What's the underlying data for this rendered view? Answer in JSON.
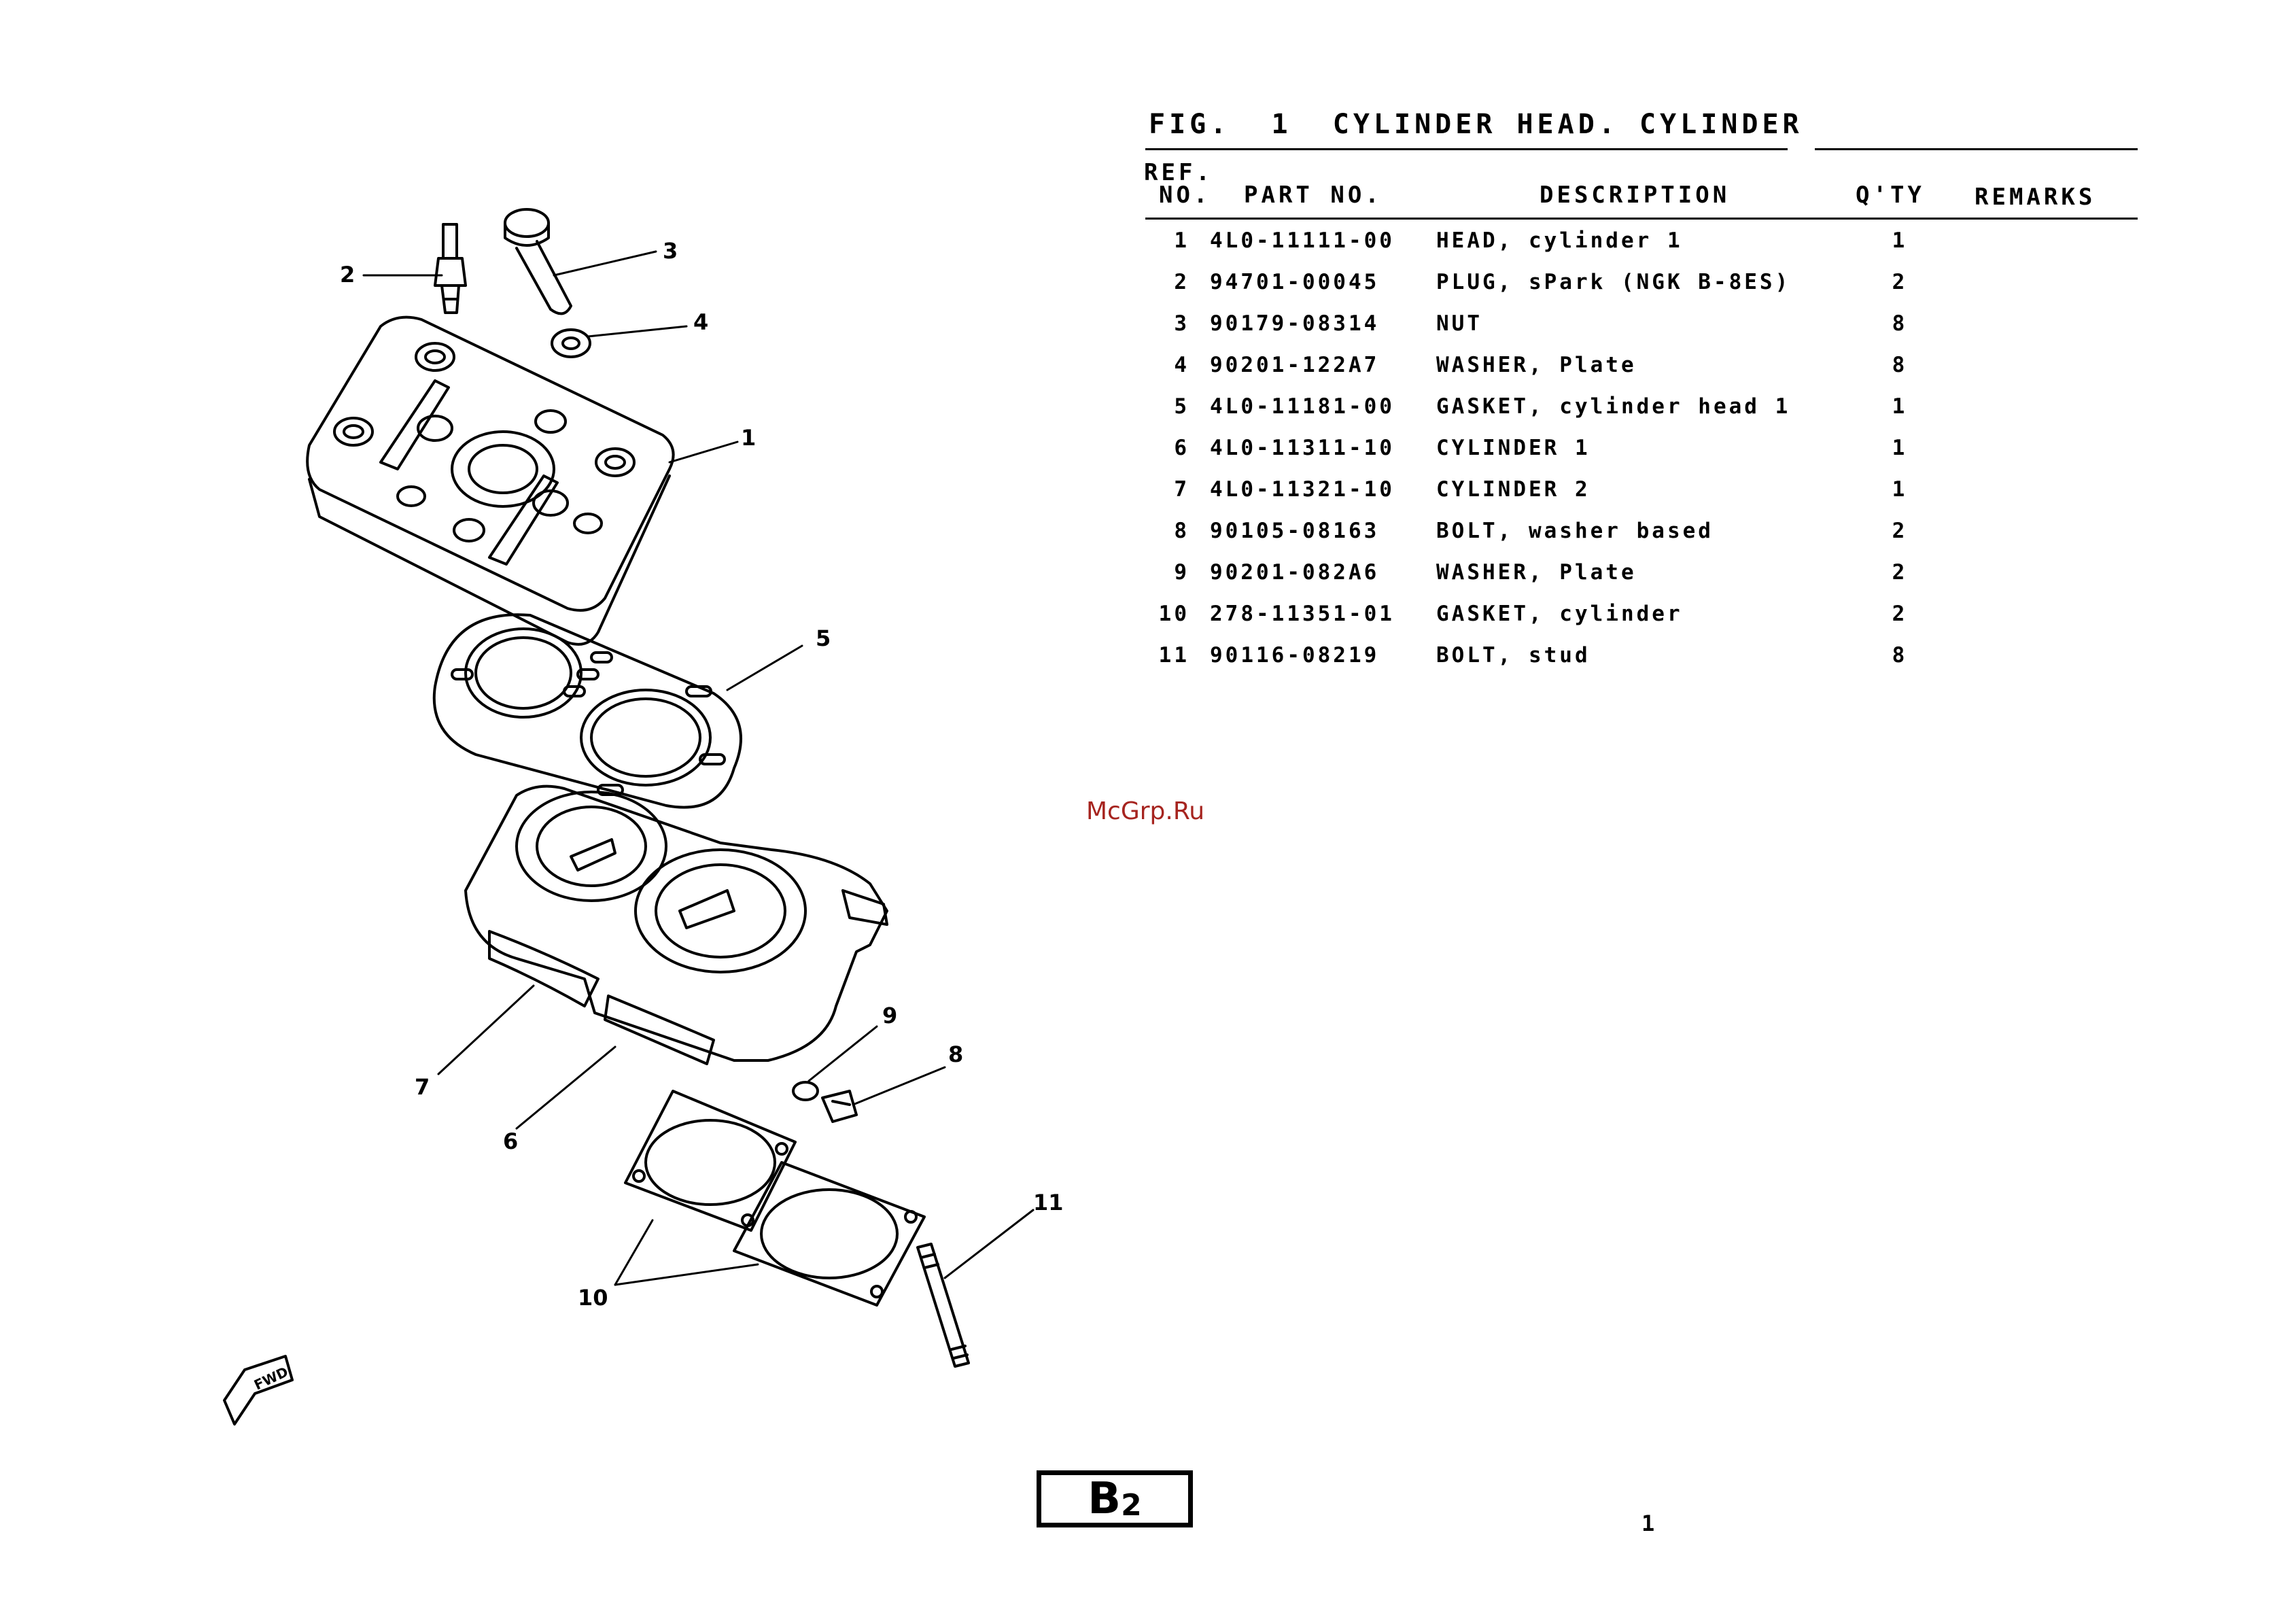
{
  "figure": {
    "title": "FIG.  1  CYLINDER HEAD. CYLINDER",
    "columns": {
      "ref_top": "REF.",
      "ref_bottom": "NO.",
      "part_no": "PART NO.",
      "description": "DESCRIPTION",
      "qty": "Q'TY",
      "remarks": "REMARKS"
    },
    "rows": [
      {
        "ref": "1",
        "part_no": "4L0-11111-00",
        "description": "HEAD, cylinder 1",
        "qty": "1",
        "remarks": ""
      },
      {
        "ref": "2",
        "part_no": "94701-00045",
        "description": "PLUG, sPark (NGK B-8ES)",
        "qty": "2",
        "remarks": ""
      },
      {
        "ref": "3",
        "part_no": "90179-08314",
        "description": "NUT",
        "qty": "8",
        "remarks": ""
      },
      {
        "ref": "4",
        "part_no": "90201-122A7",
        "description": "WASHER, Plate",
        "qty": "8",
        "remarks": ""
      },
      {
        "ref": "5",
        "part_no": "4L0-11181-00",
        "description": "GASKET, cylinder head 1",
        "qty": "1",
        "remarks": ""
      },
      {
        "ref": "6",
        "part_no": "4L0-11311-10",
        "description": "CYLINDER 1",
        "qty": "1",
        "remarks": ""
      },
      {
        "ref": "7",
        "part_no": "4L0-11321-10",
        "description": "CYLINDER 2",
        "qty": "1",
        "remarks": ""
      },
      {
        "ref": "8",
        "part_no": "90105-08163",
        "description": "BOLT, washer based",
        "qty": "2",
        "remarks": ""
      },
      {
        "ref": "9",
        "part_no": "90201-082A6",
        "description": "WASHER, Plate",
        "qty": "2",
        "remarks": ""
      },
      {
        "ref": "10",
        "part_no": "278-11351-01",
        "description": "GASKET, cylinder",
        "qty": "2",
        "remarks": ""
      },
      {
        "ref": "11",
        "part_no": "90116-08219",
        "description": "BOLT, stud",
        "qty": "8",
        "remarks": ""
      }
    ]
  },
  "diagram": {
    "callouts": [
      "1",
      "2",
      "3",
      "4",
      "5",
      "6",
      "7",
      "8",
      "9",
      "10",
      "11"
    ],
    "fwd_label": "FWD"
  },
  "footer": {
    "section_code": "B",
    "section_sub": "2",
    "page_number": "1",
    "watermark": "McGrp.Ru"
  }
}
